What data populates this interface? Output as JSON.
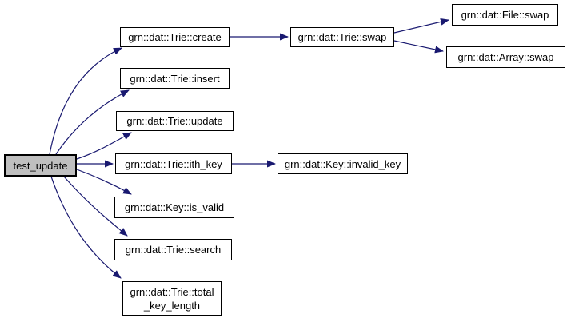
{
  "diagram": {
    "type": "call-graph",
    "colors": {
      "edge": "#191970",
      "node_fill": "#ffffff",
      "node_border": "#000000",
      "highlight_fill": "#bfbfbf",
      "background": "#ffffff"
    },
    "nodes": {
      "test_update": {
        "label": "test_update",
        "highlighted": true
      },
      "create": {
        "label": "grn::dat::Trie::create"
      },
      "insert": {
        "label": "grn::dat::Trie::insert"
      },
      "update": {
        "label": "grn::dat::Trie::update"
      },
      "ith_key": {
        "label": "grn::dat::Trie::ith_key"
      },
      "is_valid": {
        "label": "grn::dat::Key::is_valid"
      },
      "search": {
        "label": "grn::dat::Trie::search"
      },
      "total_key_length": {
        "label": "grn::dat::Trie::total\n_key_length"
      },
      "trie_swap": {
        "label": "grn::dat::Trie::swap"
      },
      "file_swap": {
        "label": "grn::dat::File::swap"
      },
      "array_swap": {
        "label": "grn::dat::Array::swap"
      },
      "invalid_key": {
        "label": "grn::dat::Key::invalid_key"
      }
    },
    "edges": [
      {
        "from": "test_update",
        "to": "create"
      },
      {
        "from": "test_update",
        "to": "insert"
      },
      {
        "from": "test_update",
        "to": "update"
      },
      {
        "from": "test_update",
        "to": "ith_key"
      },
      {
        "from": "test_update",
        "to": "is_valid"
      },
      {
        "from": "test_update",
        "to": "search"
      },
      {
        "from": "test_update",
        "to": "total_key_length"
      },
      {
        "from": "create",
        "to": "trie_swap"
      },
      {
        "from": "trie_swap",
        "to": "file_swap"
      },
      {
        "from": "trie_swap",
        "to": "array_swap"
      },
      {
        "from": "ith_key",
        "to": "invalid_key"
      }
    ]
  }
}
